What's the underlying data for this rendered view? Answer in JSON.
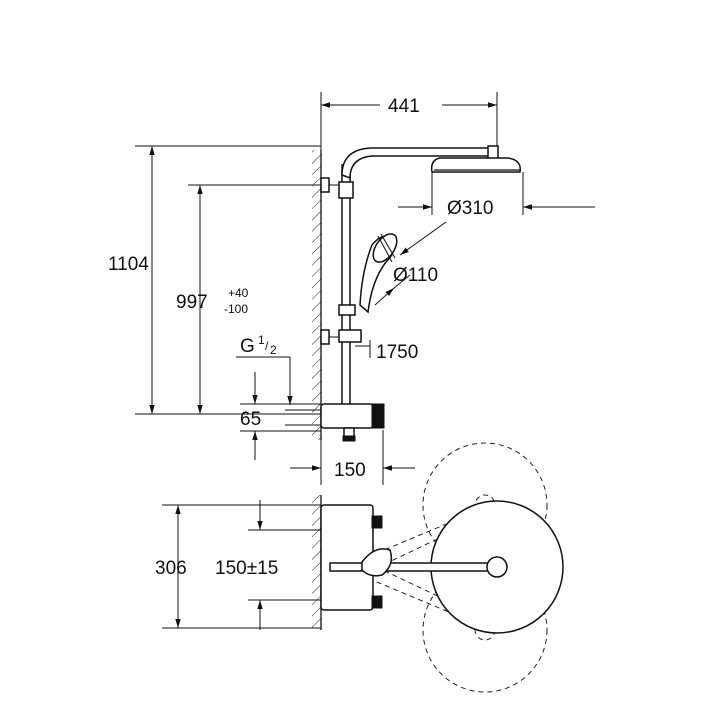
{
  "dimensions": {
    "arm_length": "441",
    "head_diameter": "Ø310",
    "hand_shower_diameter": "Ø110",
    "total_height": "1104",
    "thermostat_height": "997",
    "thermostat_tol_upper": "+40",
    "thermostat_tol_lower": "-100",
    "connection_thread": "G",
    "thread_numerator": "1",
    "thread_denominator": "2",
    "bar_label": "1750",
    "outlet_height": "65",
    "thermostat_depth": "150",
    "inlet_spacing_total": "306",
    "inlet_spacing": "150±15"
  }
}
